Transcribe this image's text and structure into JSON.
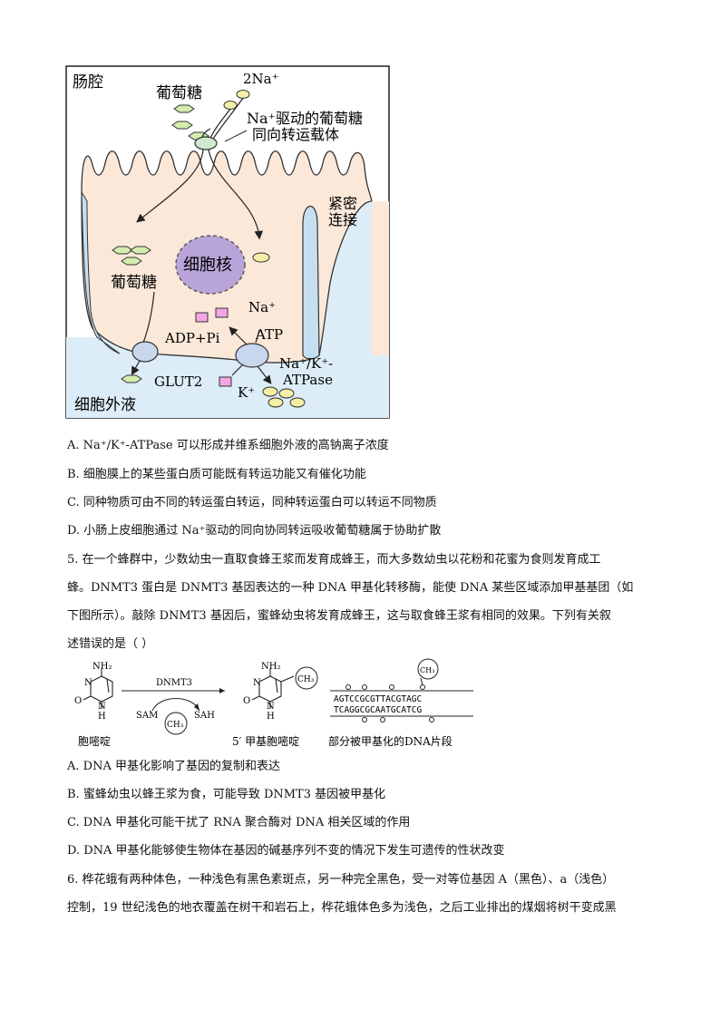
{
  "figure1": {
    "label_lumen": "肠腔",
    "label_glucose_top": "葡萄糖",
    "label_2na": "2Na⁺",
    "label_cotransporter_line1": "Na⁺驱动的葡萄糖",
    "label_cotransporter_line2": "同向转运载体",
    "label_tight_junction_line1": "紧密",
    "label_tight_junction_line2": "连接",
    "label_nucleus": "细胞核",
    "label_glucose_left": "葡萄糖",
    "label_na": "Na⁺",
    "label_adp": "ADP+Pi",
    "label_atp": "ATP",
    "label_atpase_line1": "Na⁺/K⁺-",
    "label_atpase_line2": "ATPase",
    "label_glut2": "GLUT2",
    "label_k": "K⁺",
    "label_extracellular": "细胞外液"
  },
  "options_q4": [
    "A. Na⁺/K⁺-ATPase 可以形成并维系细胞外液的高钠离子浓度",
    "B.  细胞膜上的某些蛋白质可能既有转运功能又有催化功能",
    "C.  同种物质可由不同的转运蛋白转运，同种转运蛋白可以转运不同物质",
    "D.  小肠上皮细胞通过 Na⁺驱动的同向协同转运吸收葡萄糖属于协助扩散"
  ],
  "question5": {
    "line1": "5.  在一个蜂群中，少数幼虫一直取食蜂王浆而发育成蜂王，而大多数幼虫以花粉和花蜜为食则发育成工",
    "line2": "蜂。DNMT3 蛋白是 DNMT3 基因表达的一种 DNA 甲基化转移酶，能使 DNA 某些区域添加甲基基团（如",
    "line3": "下图所示）。敲除 DNMT3 基因后，蜜蜂幼虫将发育成蜂王，这与取食蜂王浆有相同的效果。下列有关叙",
    "line4": "述错误的是（        ）"
  },
  "figure2": {
    "nh2": "NH₂",
    "n": "N",
    "o": "O",
    "h": "H",
    "enzyme": "DNMT3",
    "sam": "SAM",
    "sah": "SAH",
    "ch3": "CH₃",
    "label_cytosine": "胞嘧啶",
    "label_5mc": "5′ 甲基胞嘧啶",
    "seq_top": "AGTCCGCGTTACGTAGC",
    "seq_bottom": "TCAGGCGCAATGCATCG",
    "label_dna": "部分被甲基化的DNA片段"
  },
  "options_q5": [
    "A. DNA 甲基化影响了基因的复制和表达",
    "B.  蜜蜂幼虫以蜂王浆为食，可能导致 DNMT3 基因被甲基化",
    "C. DNA 甲基化可能干扰了 RNA 聚合酶对 DNA 相关区域的作用",
    "D. DNA 甲基化能够使生物体在基因的碱基序列不变的情况下发生可遗传的性状改变"
  ],
  "question6": {
    "line1": "6.  桦花蛾有两种体色，一种浅色有黑色素斑点，另一种完全黑色，受一对等位基因 A（黑色）、a（浅色）",
    "line2": "控制，19 世纪浅色的地衣覆盖在树干和岩石上，桦花蛾体色多为浅色，之后工业排出的煤烟将树干变成黑"
  }
}
